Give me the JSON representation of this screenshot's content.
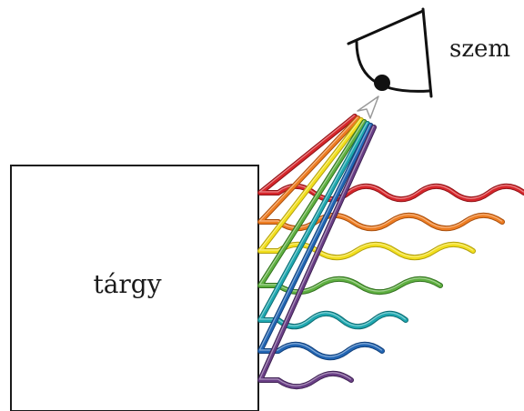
{
  "object_label": "tárgy",
  "eye_label": "szem",
  "rays": [
    {
      "color_name": "red",
      "color": "#d7262b",
      "shade": "#8f1418"
    },
    {
      "color_name": "orange",
      "color": "#ee7d22",
      "shade": "#a84f0f"
    },
    {
      "color_name": "yellow",
      "color": "#f2df1e",
      "shade": "#b3a00d"
    },
    {
      "color_name": "green",
      "color": "#5fb041",
      "shade": "#32711f"
    },
    {
      "color_name": "teal",
      "color": "#1fa8b0",
      "shade": "#0e6c73"
    },
    {
      "color_name": "blue",
      "color": "#2266b4",
      "shade": "#12407a"
    },
    {
      "color_name": "purple",
      "color": "#6a3f86",
      "shade": "#3f2353"
    }
  ]
}
